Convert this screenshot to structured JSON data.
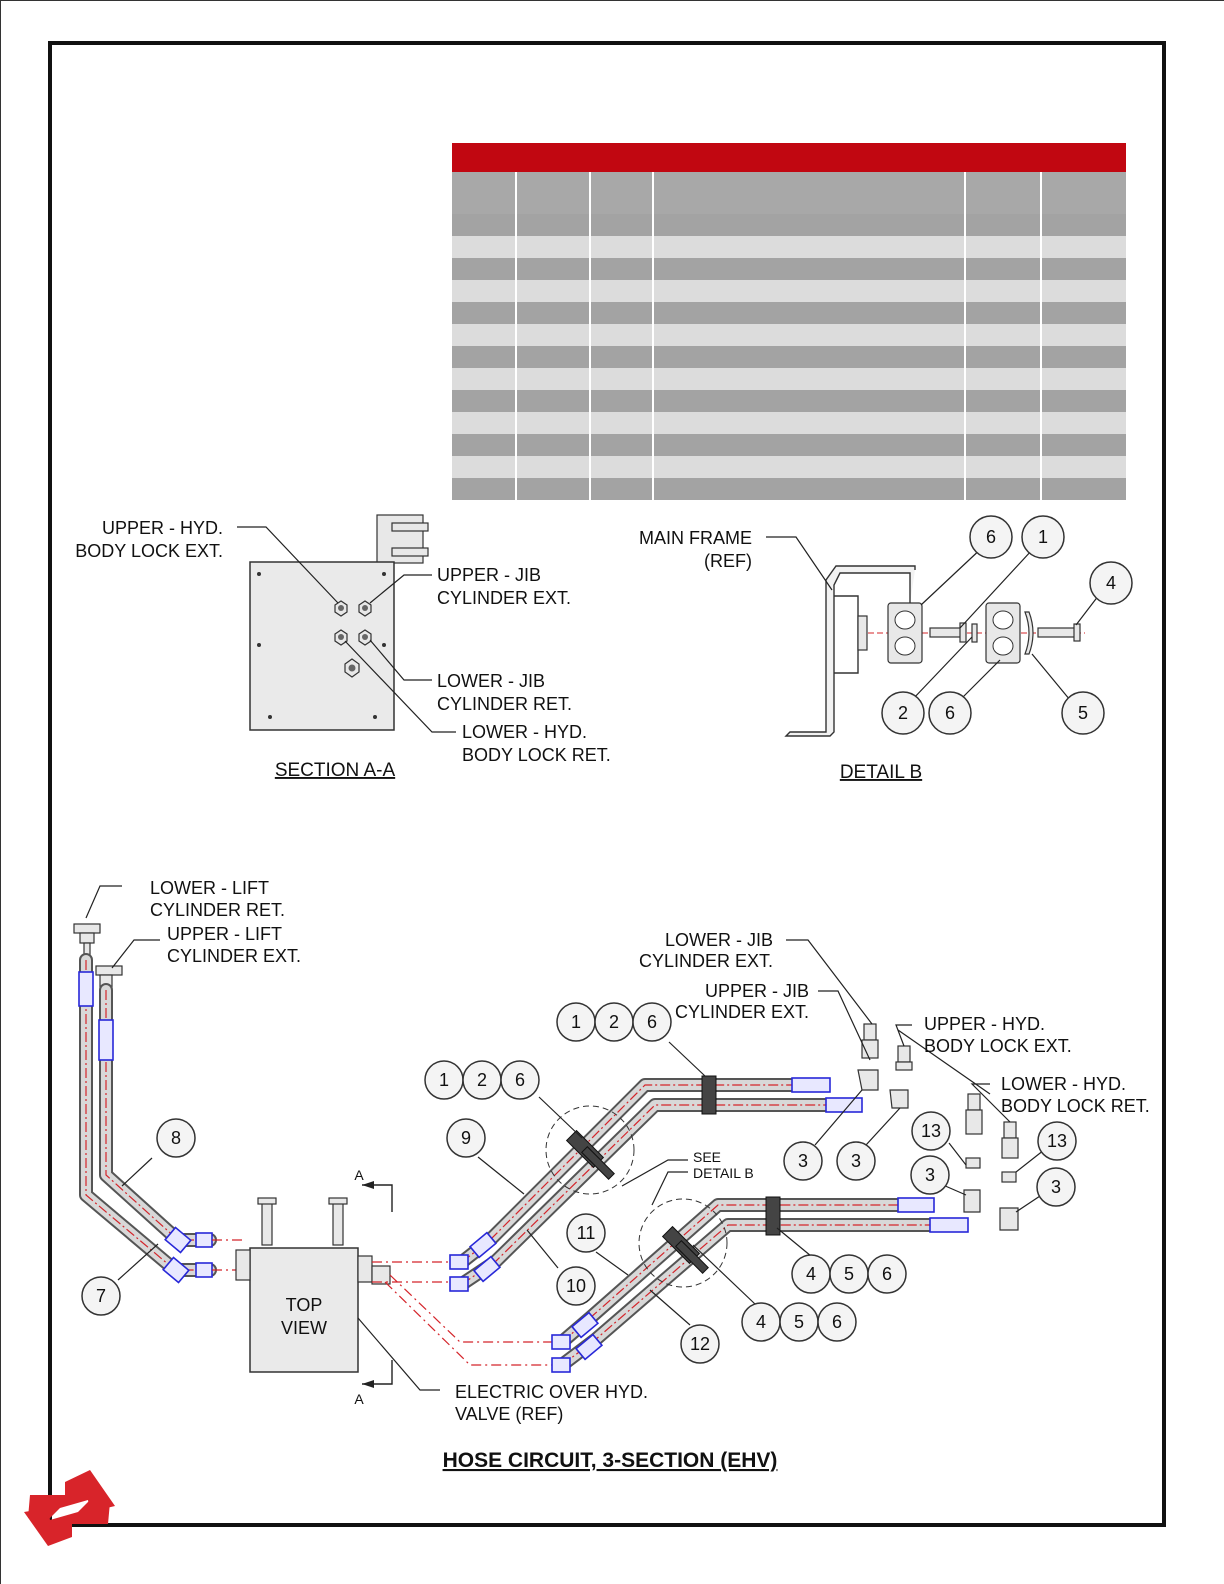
{
  "labels": {
    "section_upper_hyd": [
      "UPPER - HYD.",
      "BODY LOCK EXT."
    ],
    "section_upper_jib": [
      "UPPER - JIB",
      "CYLINDER EXT."
    ],
    "section_lower_jib": [
      "LOWER - JIB",
      "CYLINDER RET."
    ],
    "section_lower_hyd": [
      "LOWER - HYD.",
      "BODY LOCK RET."
    ],
    "section_title": "SECTION A-A",
    "detail_main_frame": [
      "MAIN FRAME",
      "(REF)"
    ],
    "detail_title": "DETAIL B",
    "lower_lift": [
      "LOWER - LIFT",
      "CYLINDER RET."
    ],
    "upper_lift": [
      "UPPER - LIFT",
      "CYLINDER EXT."
    ],
    "lower_jib_ext": [
      "LOWER - JIB",
      "CYLINDER EXT."
    ],
    "upper_jib_ext": [
      "UPPER - JIB",
      "CYLINDER EXT."
    ],
    "upper_hyd_ext": [
      "UPPER - HYD.",
      "BODY LOCK EXT."
    ],
    "lower_hyd_ret": [
      "LOWER - HYD.",
      "BODY LOCK RET."
    ],
    "see_detail": [
      "SEE",
      "DETAIL B"
    ],
    "top_view": [
      "TOP",
      "VIEW"
    ],
    "section_mark": "A",
    "ehv_valve": [
      "ELECTRIC OVER HYD.",
      "VALVE (REF)"
    ],
    "main_title": "HOSE CIRCUIT, 3-SECTION (EHV)"
  },
  "balloons": {
    "detail": [
      "6",
      "1",
      "4",
      "2",
      "6",
      "5"
    ],
    "c1": [
      "1",
      "2",
      "6"
    ],
    "c2": [
      "1",
      "2",
      "6"
    ],
    "c3": "9",
    "c4": "8",
    "c5": "7",
    "c6": "10",
    "c7": "11",
    "c8": "12",
    "c9": [
      "3",
      "3"
    ],
    "c10": [
      "13",
      "13",
      "3",
      "3"
    ],
    "c11": [
      "4",
      "5",
      "6"
    ],
    "c12": [
      "4",
      "5",
      "6"
    ]
  },
  "colors": {
    "table_header": "#c10711",
    "row_dark": "#a3a3a3",
    "row_light": "#dcdcdc",
    "hose_centerline": "#d4242a",
    "fitting": "#2828d8",
    "logo": "#d8242a"
  },
  "icons": {
    "logo": "brand-logo-icon"
  }
}
